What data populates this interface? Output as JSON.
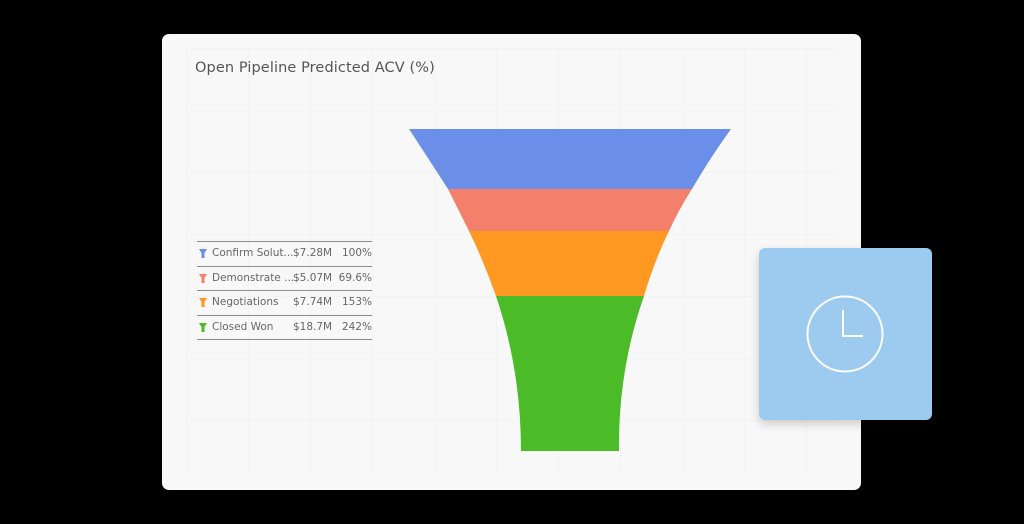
{
  "card": {
    "title": "Open Pipeline Predicted ACV (%)"
  },
  "legend": {
    "items": [
      {
        "label": "Confirm Solut...",
        "value": "$7.28M",
        "pct": "100%",
        "color": "#6b8fe8",
        "icon": "funnel-icon"
      },
      {
        "label": "Demonstrate ...",
        "value": "$5.07M",
        "pct": "69.6%",
        "color": "#f2806b",
        "icon": "funnel-icon"
      },
      {
        "label": "Negotiations",
        "value": "$7.74M",
        "pct": "153%",
        "color": "#ff9922",
        "icon": "funnel-icon"
      },
      {
        "label": "Closed Won",
        "value": "$18.7M",
        "pct": "242%",
        "color": "#4cbb28",
        "icon": "funnel-icon"
      }
    ]
  },
  "clock_card": {
    "icon": "clock-icon",
    "background": "#9ccbef"
  },
  "chart_data": {
    "type": "funnel",
    "title": "Open Pipeline Predicted ACV (%)",
    "categories": [
      "Confirm Solut...",
      "Demonstrate ...",
      "Negotiations",
      "Closed Won"
    ],
    "values_usd_millions": [
      7.28,
      5.07,
      7.74,
      18.7
    ],
    "value_labels": [
      "$7.28M",
      "$5.07M",
      "$7.74M",
      "$18.7M"
    ],
    "percent": [
      100,
      69.6,
      153,
      242
    ],
    "percent_labels": [
      "100%",
      "69.6%",
      "153%",
      "242%"
    ],
    "colors": [
      "#6b8fe8",
      "#f2806b",
      "#ff9922",
      "#4cbb28"
    ],
    "legend_position": "left",
    "grid": false
  }
}
